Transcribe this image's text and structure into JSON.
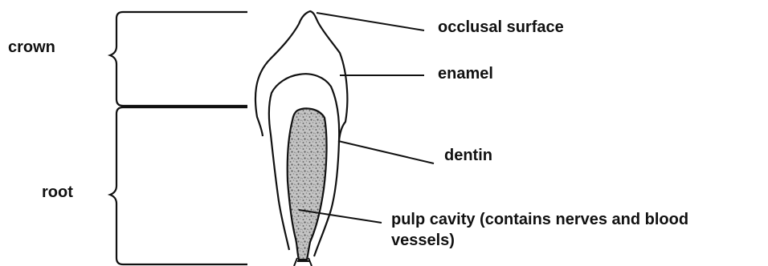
{
  "labels": {
    "crown": "crown",
    "root": "root",
    "occlusal_surface": "occlusal surface",
    "enamel": "enamel",
    "dentin": "dentin",
    "pulp_cavity_line1": "pulp cavity (contains nerves and blood",
    "pulp_cavity_line2": "vessels)"
  },
  "colors": {
    "ink": "#111111",
    "pulp_fill": "#bdbdbd",
    "background": "#ffffff"
  }
}
